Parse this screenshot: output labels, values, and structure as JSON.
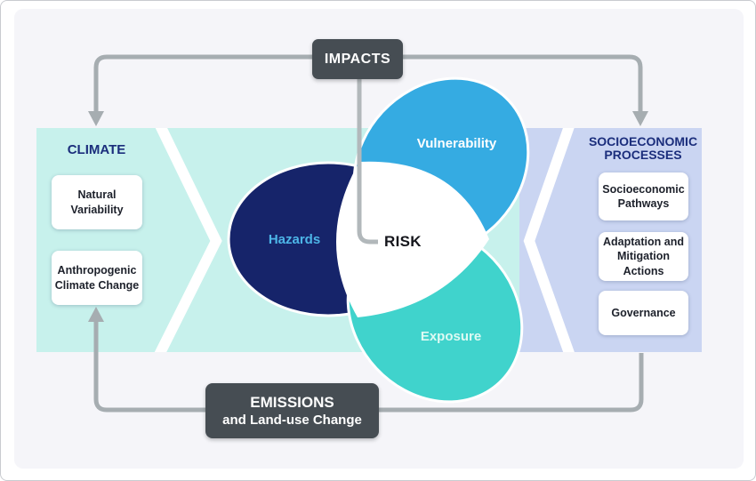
{
  "figure": {
    "impacts_label": "IMPACTS",
    "emissions_line1": "EMISSIONS",
    "emissions_line2": "and Land-use Change",
    "risk_label": "RISK"
  },
  "climate": {
    "title": "CLIMATE",
    "items": [
      "Natural Variability",
      "Anthropogenic Climate Change"
    ]
  },
  "socio": {
    "title": "SOCIOECONOMIC PROCESSES",
    "items": [
      "Socioeconomic Pathways",
      "Adaptation and Mitigation Actions",
      "Governance"
    ]
  },
  "venn": {
    "hazards": "Hazards",
    "vulnerability": "Vulnerability",
    "exposure": "Exposure"
  },
  "colors": {
    "background_panel": "#f5f5f9",
    "climate_panel": "#c7f1ec",
    "socio_panel": "#cad5f2",
    "hazards_ellipse": "#16246a",
    "vulnerability_ellipse": "#35abe2",
    "exposure_ellipse": "#40d3cc",
    "dark_box": "#464d53",
    "connector_gray": "#a6adb1",
    "risk_pointer_gray": "#b2b8bb",
    "title_navy": "#1b2e7c",
    "hazards_label_blue": "#4db6e8",
    "white": "#ffffff"
  }
}
